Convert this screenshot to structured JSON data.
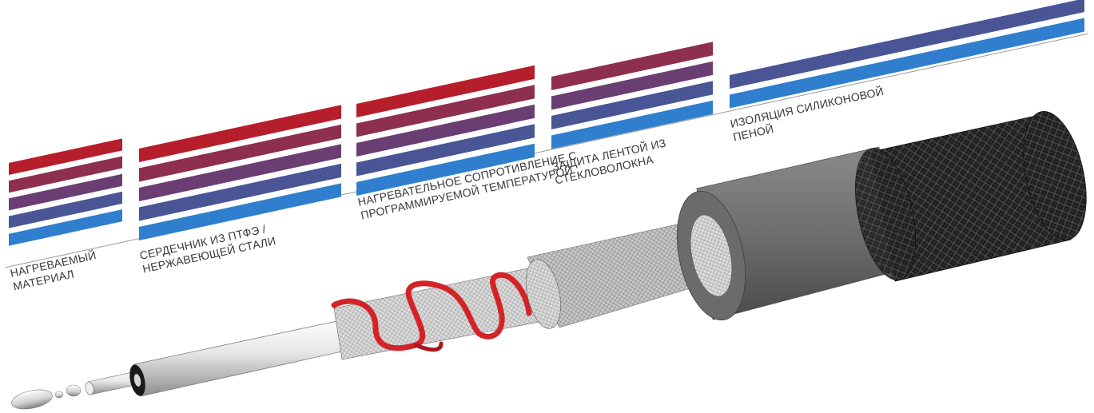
{
  "layers": [
    {
      "id": "heated-material",
      "lines": [
        "НАГРЕВАЕМЫЙ",
        "МАТЕРИАЛ"
      ]
    },
    {
      "id": "core",
      "lines": [
        "СЕРДЕЧНИК ИЗ ПТФЭ /",
        "НЕРЖАВЕЮЩЕЙ СТАЛИ"
      ]
    },
    {
      "id": "heating-resistance",
      "lines": [
        "НАГРЕВАТЕЛЬНОЕ СОПРОТИВЛЕНИЕ С",
        "ПРОГРАММИРУЕМОЙ ТЕМПЕРАТУРОЙ"
      ]
    },
    {
      "id": "fiberglass-tape",
      "lines": [
        "ЗАЩИТА ЛЕНТОЙ ИЗ",
        "СТЕКЛОВОЛОКНА"
      ]
    },
    {
      "id": "silicone-foam",
      "lines": [
        "ИЗОЛЯЦИЯ СИЛИКОНОВОЙ",
        "ПЕНОЙ"
      ]
    }
  ],
  "colors": {
    "stripe_gradient": [
      "#b71e2b",
      "#8e2f4f",
      "#6a3e72",
      "#4a5595",
      "#2f7fce"
    ],
    "label_text": "#3a3a3a",
    "heating_wire": "#d42328",
    "foam_insulation": "#6b6b6b",
    "outer_braid": "#1c1c1c"
  }
}
